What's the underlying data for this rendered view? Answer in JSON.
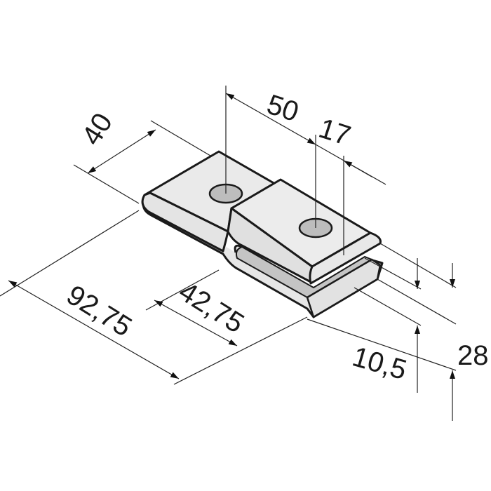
{
  "drawing": {
    "dimensions": {
      "width": "40",
      "hole_spacing": "50",
      "hole_to_end": "17",
      "overall_length": "92,75",
      "slot_length": "42,75",
      "slot_height": "10,5",
      "overall_height": "28"
    },
    "colors": {
      "part_face": "#e8e8e8",
      "part_shade": "#c4c4c4",
      "hole": "#bdbdbd",
      "line": "#1a1a1a"
    }
  }
}
